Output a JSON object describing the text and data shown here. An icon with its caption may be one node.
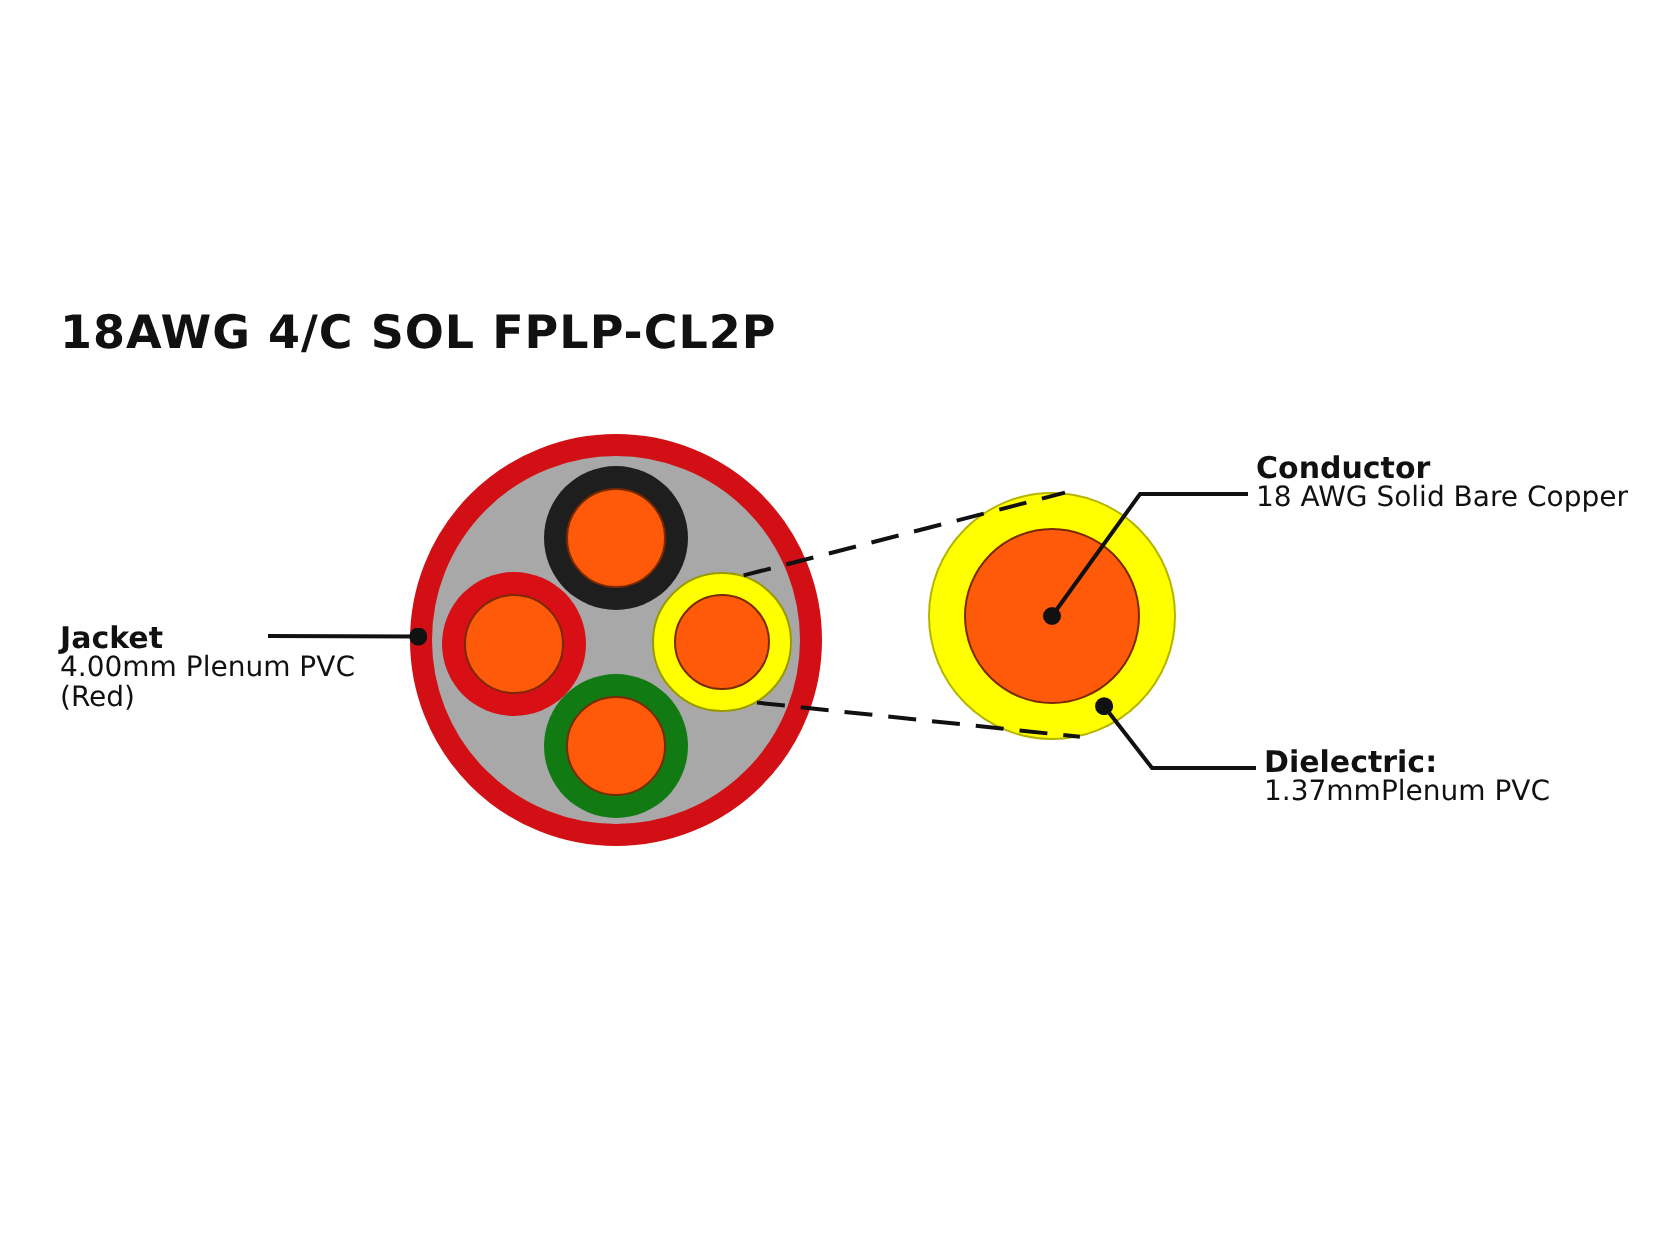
{
  "diagram": {
    "title": "18AWG 4/C SOL FPLP-CL2P",
    "nodes": [
      {
        "text": [
          "Jacket",
          "4.00mm Plenum PVC (Red)"
        ]
      },
      {
        "text": [],
        "shape": "circle"
      },
      {
        "text": [],
        "shape": "circle",
        "in": 1
      },
      {
        "text": [],
        "shape": "circle",
        "in": 1
      },
      {
        "text": [],
        "shape": "circle",
        "in": 1
      },
      {
        "text": [],
        "shape": "circle",
        "in": 1
      },
      {
        "text": [],
        "shape": "circle"
      },
      {
        "text": [],
        "shape": "circle",
        "in": 6
      },
      {
        "text": [
          "Conductor",
          "18 AWG Solid Bare Copper"
        ]
      },
      {
        "text": [
          "Dielectric:",
          "1.37mmPlenum PVC"
        ]
      }
    ],
    "edges": [
      {
        "from": 0,
        "to": 1,
        "arrow": "other"
      },
      {
        "from": 8,
        "to": 7,
        "arrow": "other"
      },
      {
        "from": 9,
        "to": 6,
        "arrow": "other"
      },
      {
        "from": 4,
        "to": 6,
        "arrow": "none",
        "style": "dashed"
      },
      {
        "from": 4,
        "to": 6,
        "arrow": "none",
        "style": "dashed"
      }
    ]
  }
}
